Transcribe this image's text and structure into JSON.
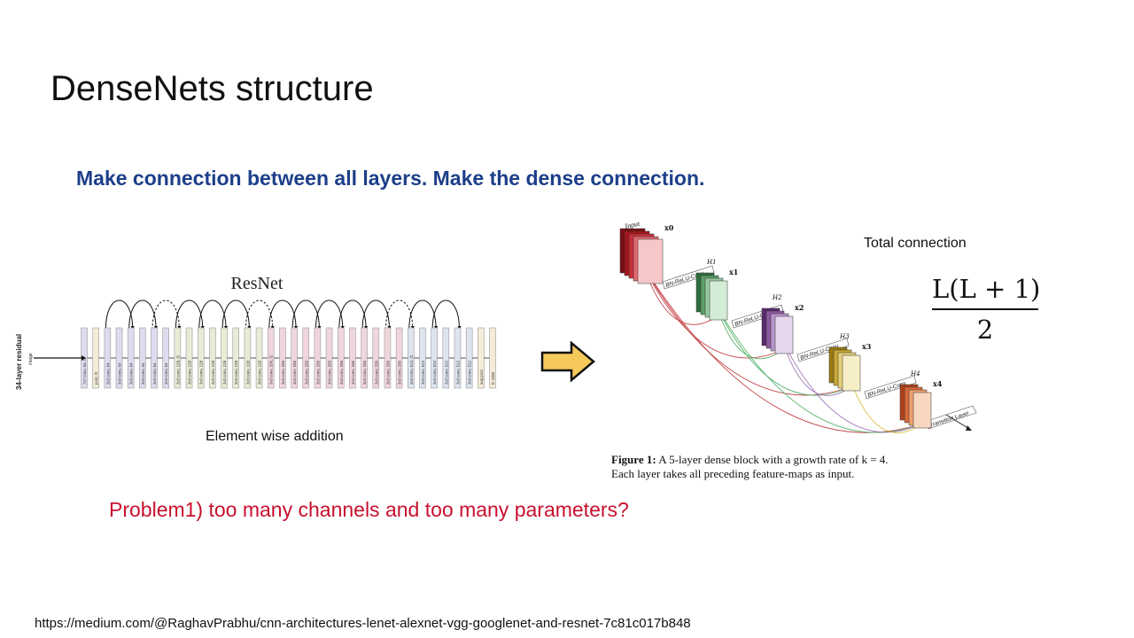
{
  "slide": {
    "title": "DenseNets structure",
    "subtitle": "Make connection between all layers. Make the dense connection.",
    "problem": "Problem1) too many channels and too many parameters?",
    "source_url": "https://medium.com/@RaghavPrabhu/cnn-architectures-lenet-alexnet-vgg-googlenet-and-resnet-7c81c017b848"
  },
  "resnet": {
    "title": "ResNet",
    "side_label": "34-layer residual",
    "input_label": "image",
    "caption": "Element wise addition",
    "layers": [
      "7x7 conv, 64, /2",
      "pool, /2",
      "3x3 conv, 64",
      "3x3 conv, 64",
      "3x3 conv, 64",
      "3x3 conv, 64",
      "3x3 conv, 64",
      "3x3 conv, 64",
      "3x3 conv, 128, /2",
      "3x3 conv, 128",
      "3x3 conv, 128",
      "3x3 conv, 128",
      "3x3 conv, 128",
      "3x3 conv, 128",
      "3x3 conv, 128",
      "3x3 conv, 128",
      "3x3 conv, 256, /2",
      "3x3 conv, 256",
      "3x3 conv, 256",
      "3x3 conv, 256",
      "3x3 conv, 256",
      "3x3 conv, 256",
      "3x3 conv, 256",
      "3x3 conv, 256",
      "3x3 conv, 256",
      "3x3 conv, 256",
      "3x3 conv, 256",
      "3x3 conv, 256",
      "3x3 conv, 512, /2",
      "3x3 conv, 512",
      "3x3 conv, 512",
      "3x3 conv, 512",
      "3x3 conv, 512",
      "3x3 conv, 512",
      "avg pool",
      "fc 1000"
    ]
  },
  "densenet": {
    "total_connection_label": "Total connection",
    "formula_numerator": "L(L + 1)",
    "formula_denominator": "2",
    "input_label": "Input",
    "block_labels": [
      "BN-ReLU-Conv",
      "BN-ReLU-Conv",
      "BN-ReLU-Conv",
      "BN-ReLU-Conv",
      "Transition Layer"
    ],
    "figure_label": "Figure 1:",
    "figure_text_1": " A 5-layer dense block with a growth rate of k = 4.",
    "figure_text_2": "Each layer takes all preceding feature-maps as input.",
    "blocks": [
      {
        "name": "input",
        "h": "",
        "x": "x0",
        "colors": [
          "#7a0c12",
          "#a5141c",
          "#c8303a",
          "#e06870",
          "#f6c7c9"
        ]
      },
      {
        "name": "h1",
        "h": "H1",
        "x": "x1",
        "colors": [
          "#2e6d3c",
          "#5c9c68",
          "#98c8a0",
          "#d3ecd6"
        ]
      },
      {
        "name": "h2",
        "h": "H2",
        "x": "x2",
        "colors": [
          "#5a2a6e",
          "#8b5aa0",
          "#b895c8",
          "#e6d6ee"
        ]
      },
      {
        "name": "h3",
        "h": "H3",
        "x": "x3",
        "colors": [
          "#9a7a10",
          "#c8a836",
          "#e4d07a",
          "#f6eec6"
        ]
      },
      {
        "name": "h4",
        "h": "H4",
        "x": "x4",
        "colors": [
          "#b0401a",
          "#d86a3a",
          "#eea070",
          "#f8d6c0"
        ]
      }
    ]
  },
  "colors": {
    "subtitle": "#1d3f8a",
    "problem": "#c8102e",
    "arrow_fill": "#f5c95c"
  }
}
